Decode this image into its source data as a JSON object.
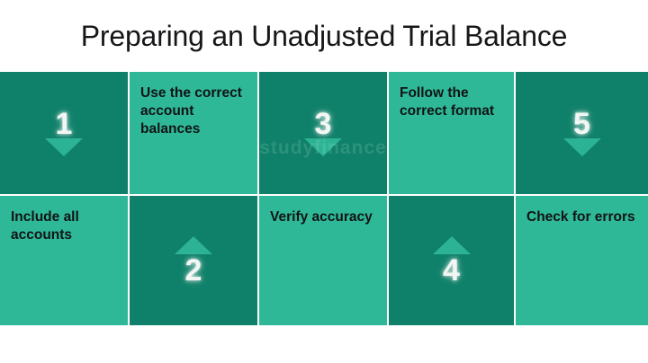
{
  "slide": {
    "title": "Preparing an Unadjusted Trial Balance",
    "watermark": "studyfinance"
  },
  "colors": {
    "dark_teal": "#0f8069",
    "light_teal": "#2eb898",
    "arrow": "#2cb395",
    "number": "#f2f7f4",
    "text": "#111314",
    "title": "#17171a",
    "background": "#ffffff"
  },
  "grid": {
    "columns": 5,
    "rows": 2,
    "row1": [
      {
        "kind": "step",
        "shade": "dark",
        "number": "1",
        "arrow": "arrow-down-icon",
        "arrow_direction": "down",
        "text": ""
      },
      {
        "kind": "text",
        "shade": "light",
        "number": "",
        "arrow": "",
        "arrow_direction": "",
        "text": "Use the correct account balances"
      },
      {
        "kind": "step",
        "shade": "dark",
        "number": "3",
        "arrow": "arrow-down-icon",
        "arrow_direction": "down",
        "text": ""
      },
      {
        "kind": "text",
        "shade": "light",
        "number": "",
        "arrow": "",
        "arrow_direction": "",
        "text": "Follow the correct format"
      },
      {
        "kind": "step",
        "shade": "dark",
        "number": "5",
        "arrow": "arrow-down-icon",
        "arrow_direction": "down",
        "text": ""
      }
    ],
    "row2": [
      {
        "kind": "text",
        "shade": "light",
        "number": "",
        "arrow": "",
        "arrow_direction": "",
        "text": "Include all accounts"
      },
      {
        "kind": "step",
        "shade": "dark",
        "number": "2",
        "arrow": "arrow-up-icon",
        "arrow_direction": "up",
        "text": ""
      },
      {
        "kind": "text",
        "shade": "light",
        "number": "",
        "arrow": "",
        "arrow_direction": "",
        "text": "Verify accuracy"
      },
      {
        "kind": "step",
        "shade": "dark",
        "number": "4",
        "arrow": "arrow-up-icon",
        "arrow_direction": "up",
        "text": ""
      },
      {
        "kind": "text",
        "shade": "light",
        "number": "",
        "arrow": "",
        "arrow_direction": "",
        "text": "Check for errors"
      }
    ]
  }
}
